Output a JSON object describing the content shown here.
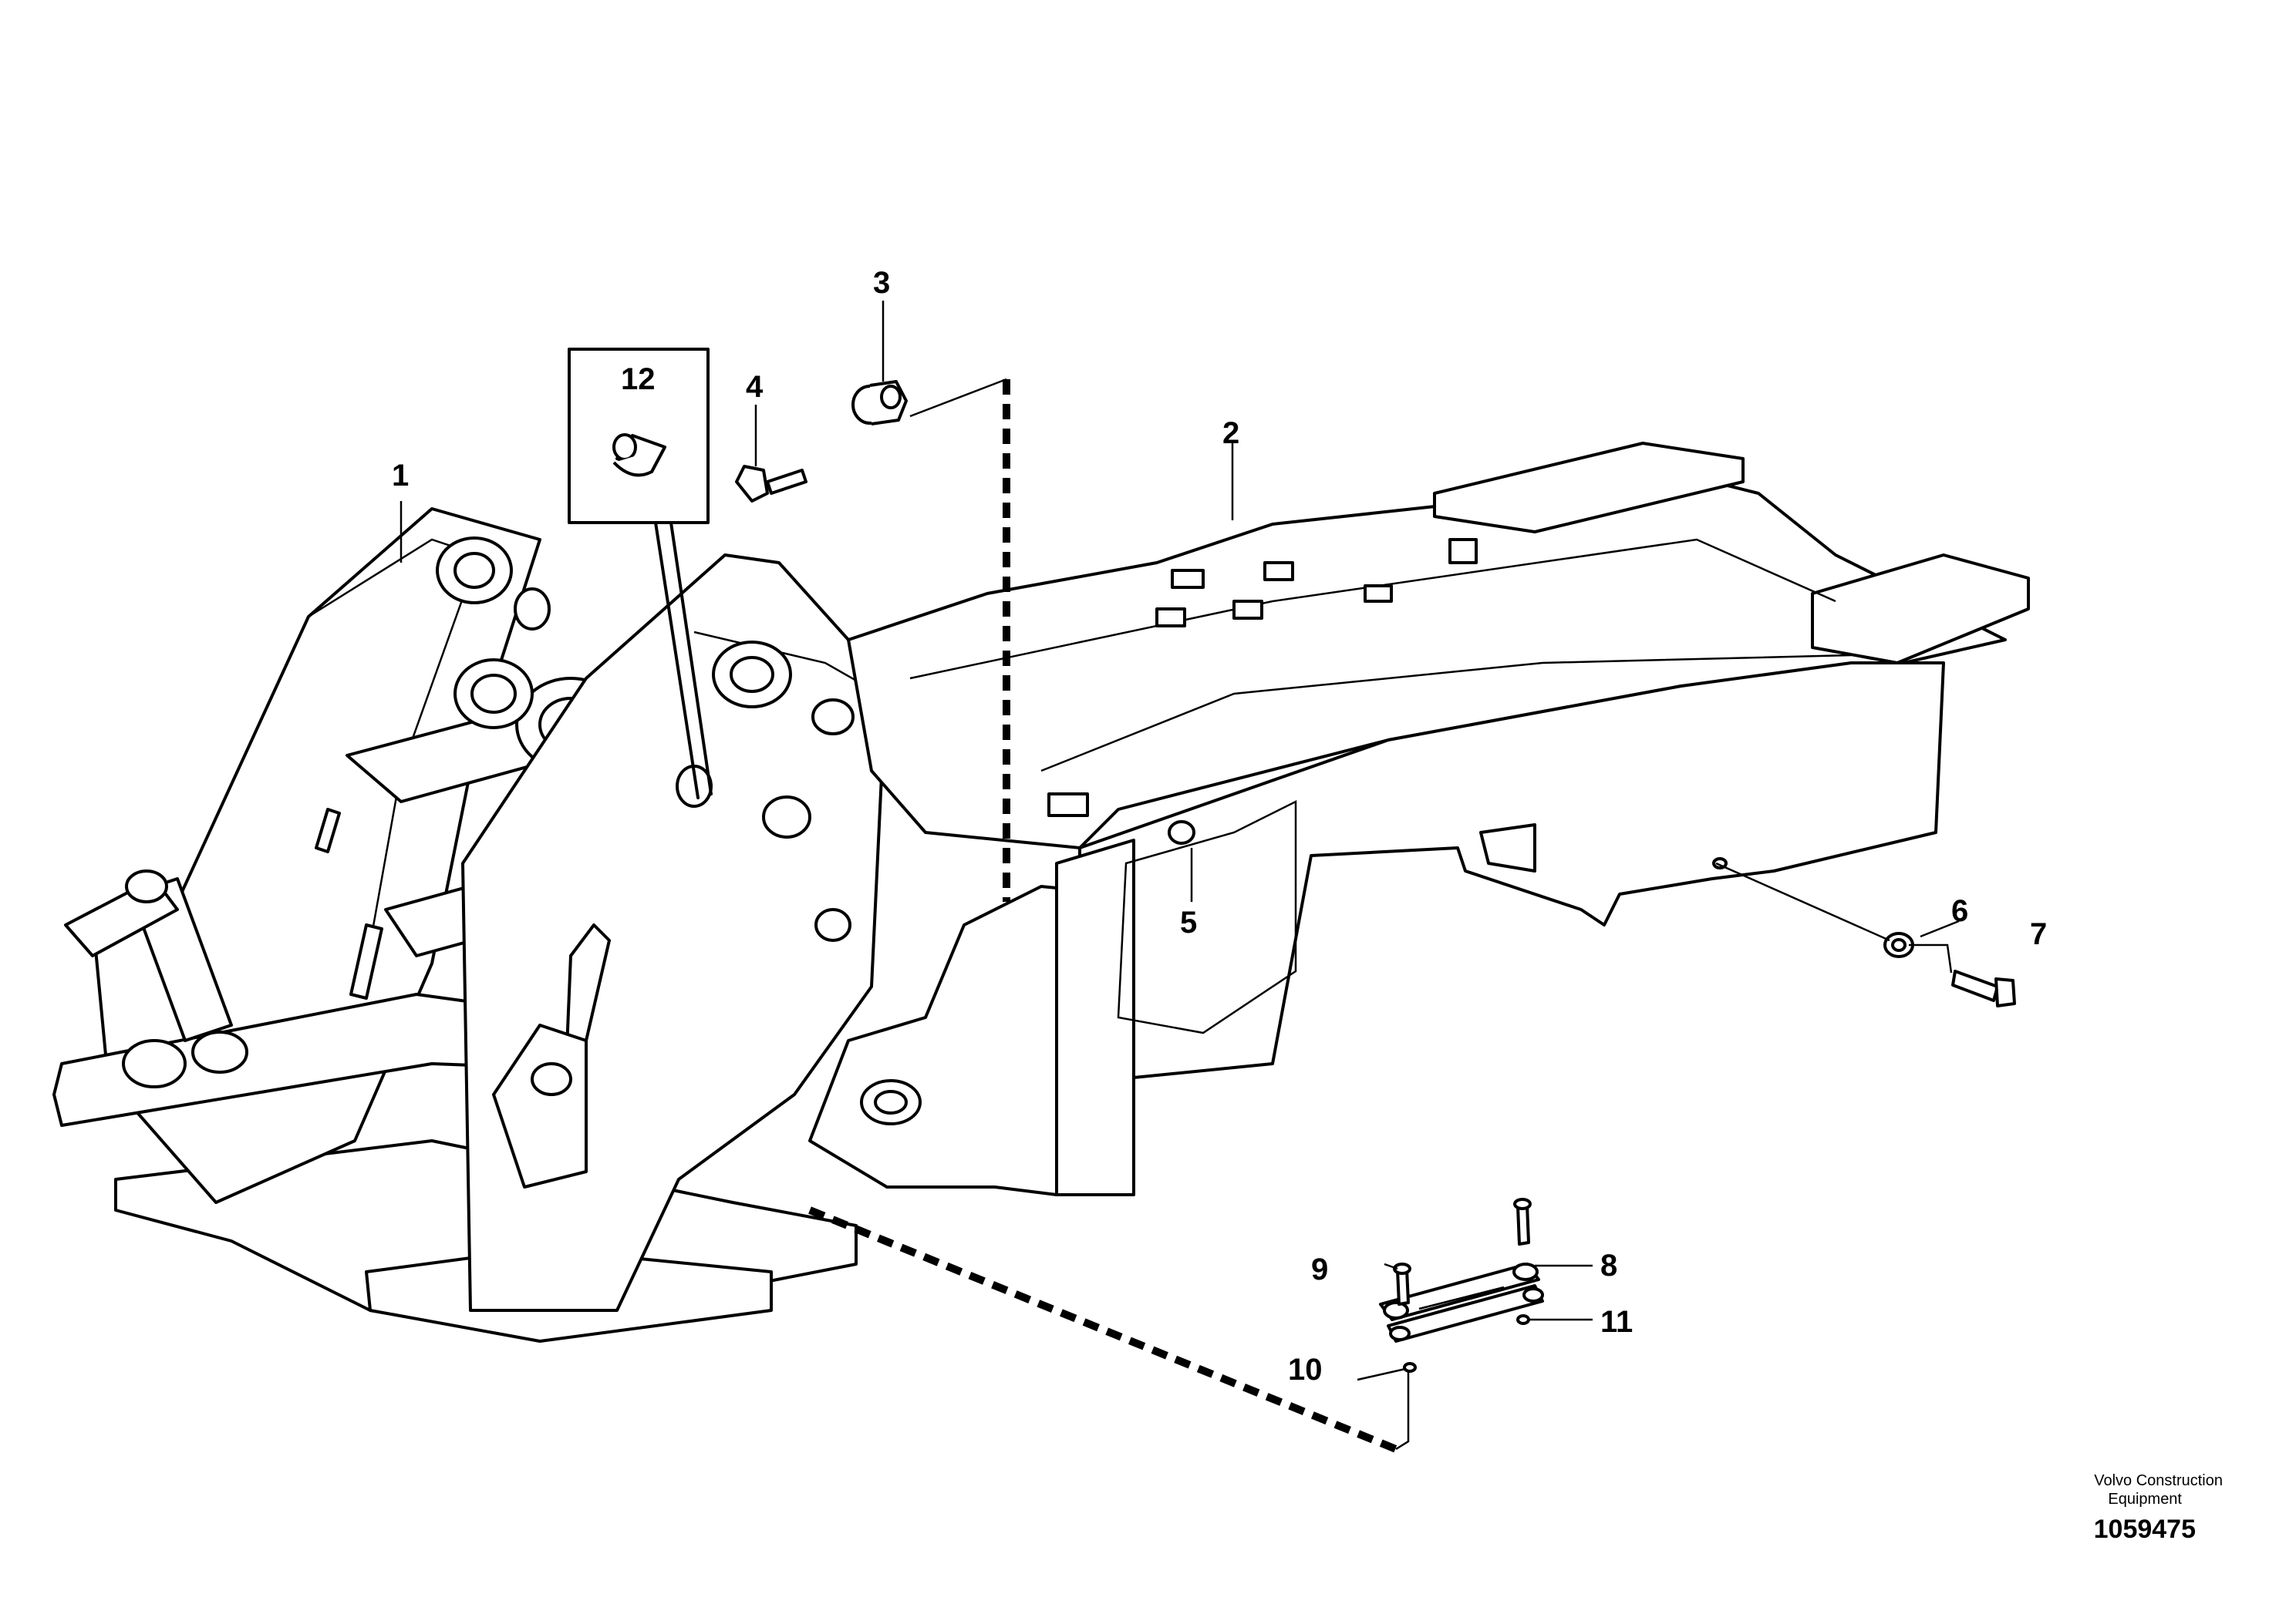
{
  "callouts": {
    "c1": "1",
    "c2": "2",
    "c3": "3",
    "c4": "4",
    "c5": "5",
    "c6": "6",
    "c7": "7",
    "c8": "8",
    "c9": "9",
    "c10": "10",
    "c11": "11",
    "c12": "12"
  },
  "brand": {
    "line1": "Volvo Construction",
    "line2": "Equipment"
  },
  "figure_number": "1059475"
}
